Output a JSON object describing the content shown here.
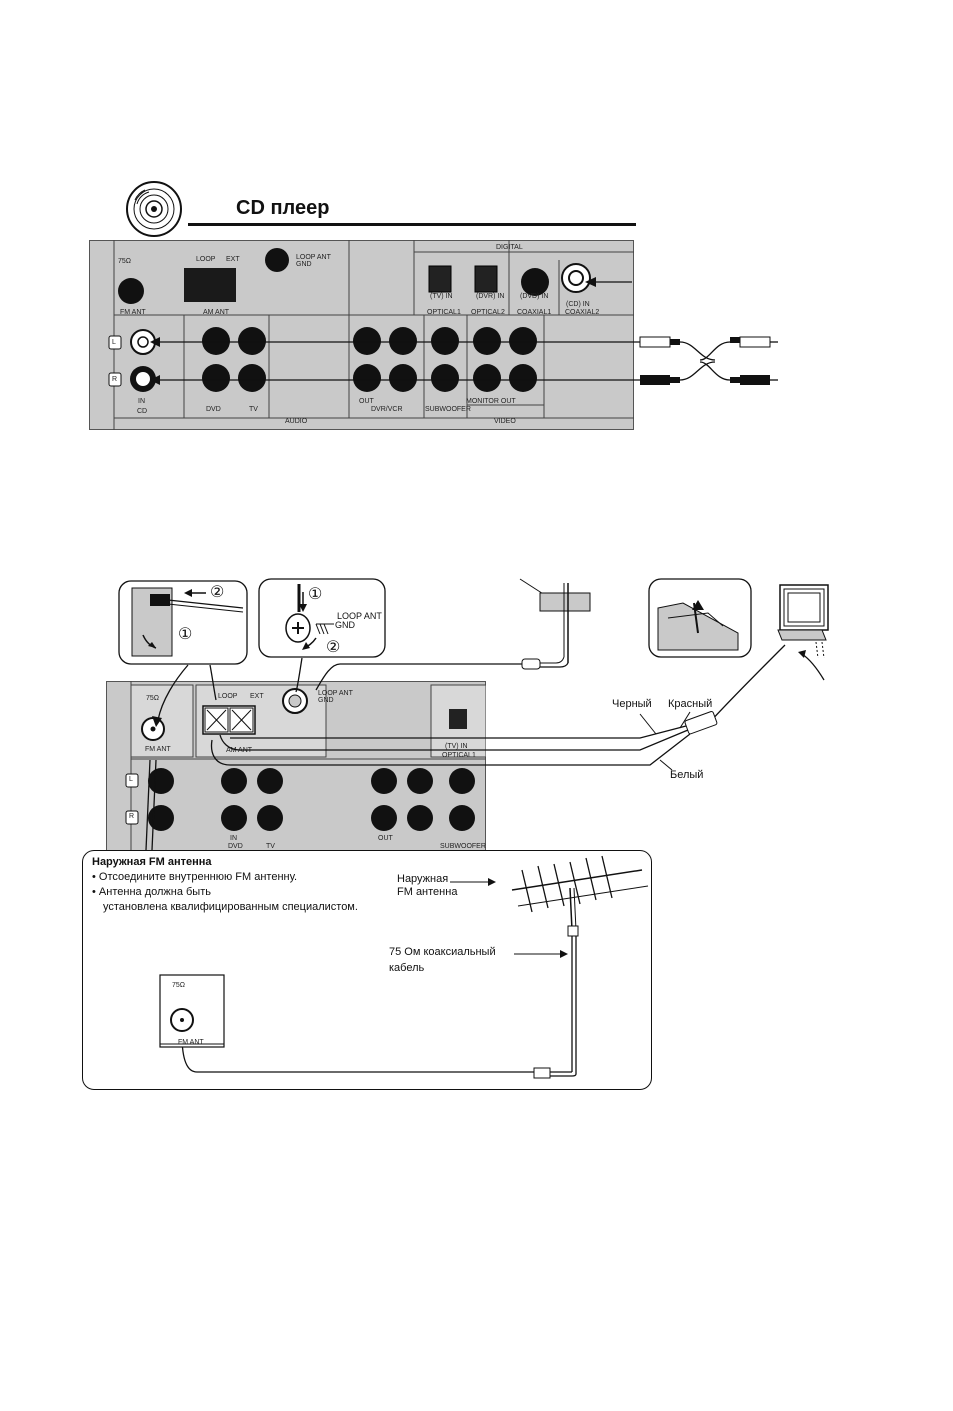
{
  "cd_section": {
    "title": "CD плеер",
    "panel_labels": {
      "ohm": "75Ω",
      "fm_ant": "FM ANT",
      "loop": "LOOP",
      "ext": "EXT",
      "am_ant": "AM ANT",
      "loop_ant_gnd": "LOOP ANT GND",
      "digital": "DIGITAL",
      "tv_in": "(TV) IN",
      "dvr_in": "(DVR) IN",
      "dvd_in": "(DVD) IN",
      "cd_in_coax": "(CD) IN",
      "optical1": "OPTICAL1",
      "optical2": "OPTICAL2",
      "coaxial1": "COAXIAL1",
      "coaxial2": "COAXIAL2",
      "l": "L",
      "r": "R",
      "in": "IN",
      "cd": "CD",
      "dvd": "DVD",
      "tv": "TV",
      "out": "OUT",
      "dvr_vcr": "DVR/VCR",
      "subwoofer": "SUBWOOFER",
      "monitor_out": "MONITOR OUT",
      "audio": "AUDIO",
      "video": "VIDEO"
    }
  },
  "antenna_section": {
    "callouts": {
      "step1": "①",
      "step2": "②",
      "loop_ant": "LOOP ANT",
      "gnd": "GND"
    },
    "panel_labels": {
      "ohm": "75Ω",
      "loop": "LOOP",
      "ext": "EXT",
      "fm_ant": "FM ANT",
      "am_ant": "AM ANT",
      "loop_ant_gnd": "LOOP ANT GND",
      "optical1": "OPTICAL1",
      "tv_in": "(TV) IN",
      "l": "L",
      "r": "R",
      "in": "IN",
      "dvd": "DVD",
      "tv": "TV",
      "out": "OUT",
      "subwoofer": "SUBWOOFER"
    },
    "wires": {
      "black": "Черный",
      "red": "Красный",
      "white": "Белый"
    },
    "outdoor_box": {
      "title": "Наружная FM антенна",
      "bullets": [
        "Отсоедините внутреннюю FM антенну.",
        "Антенна должна быть"
      ],
      "bullet_cont": "установлена квалифицированным специалистом.",
      "antenna_label_line1": "Наружная",
      "antenna_label_line2": "FM антенна",
      "cable_label_line1": "75 Ом коаксиальный",
      "cable_label_line2": "кабель",
      "mini_ohm": "75Ω",
      "mini_fm_ant": "FM ANT"
    }
  },
  "colors": {
    "panel_gray": "#c9c9c9",
    "ink": "#111111",
    "white": "#ffffff"
  }
}
